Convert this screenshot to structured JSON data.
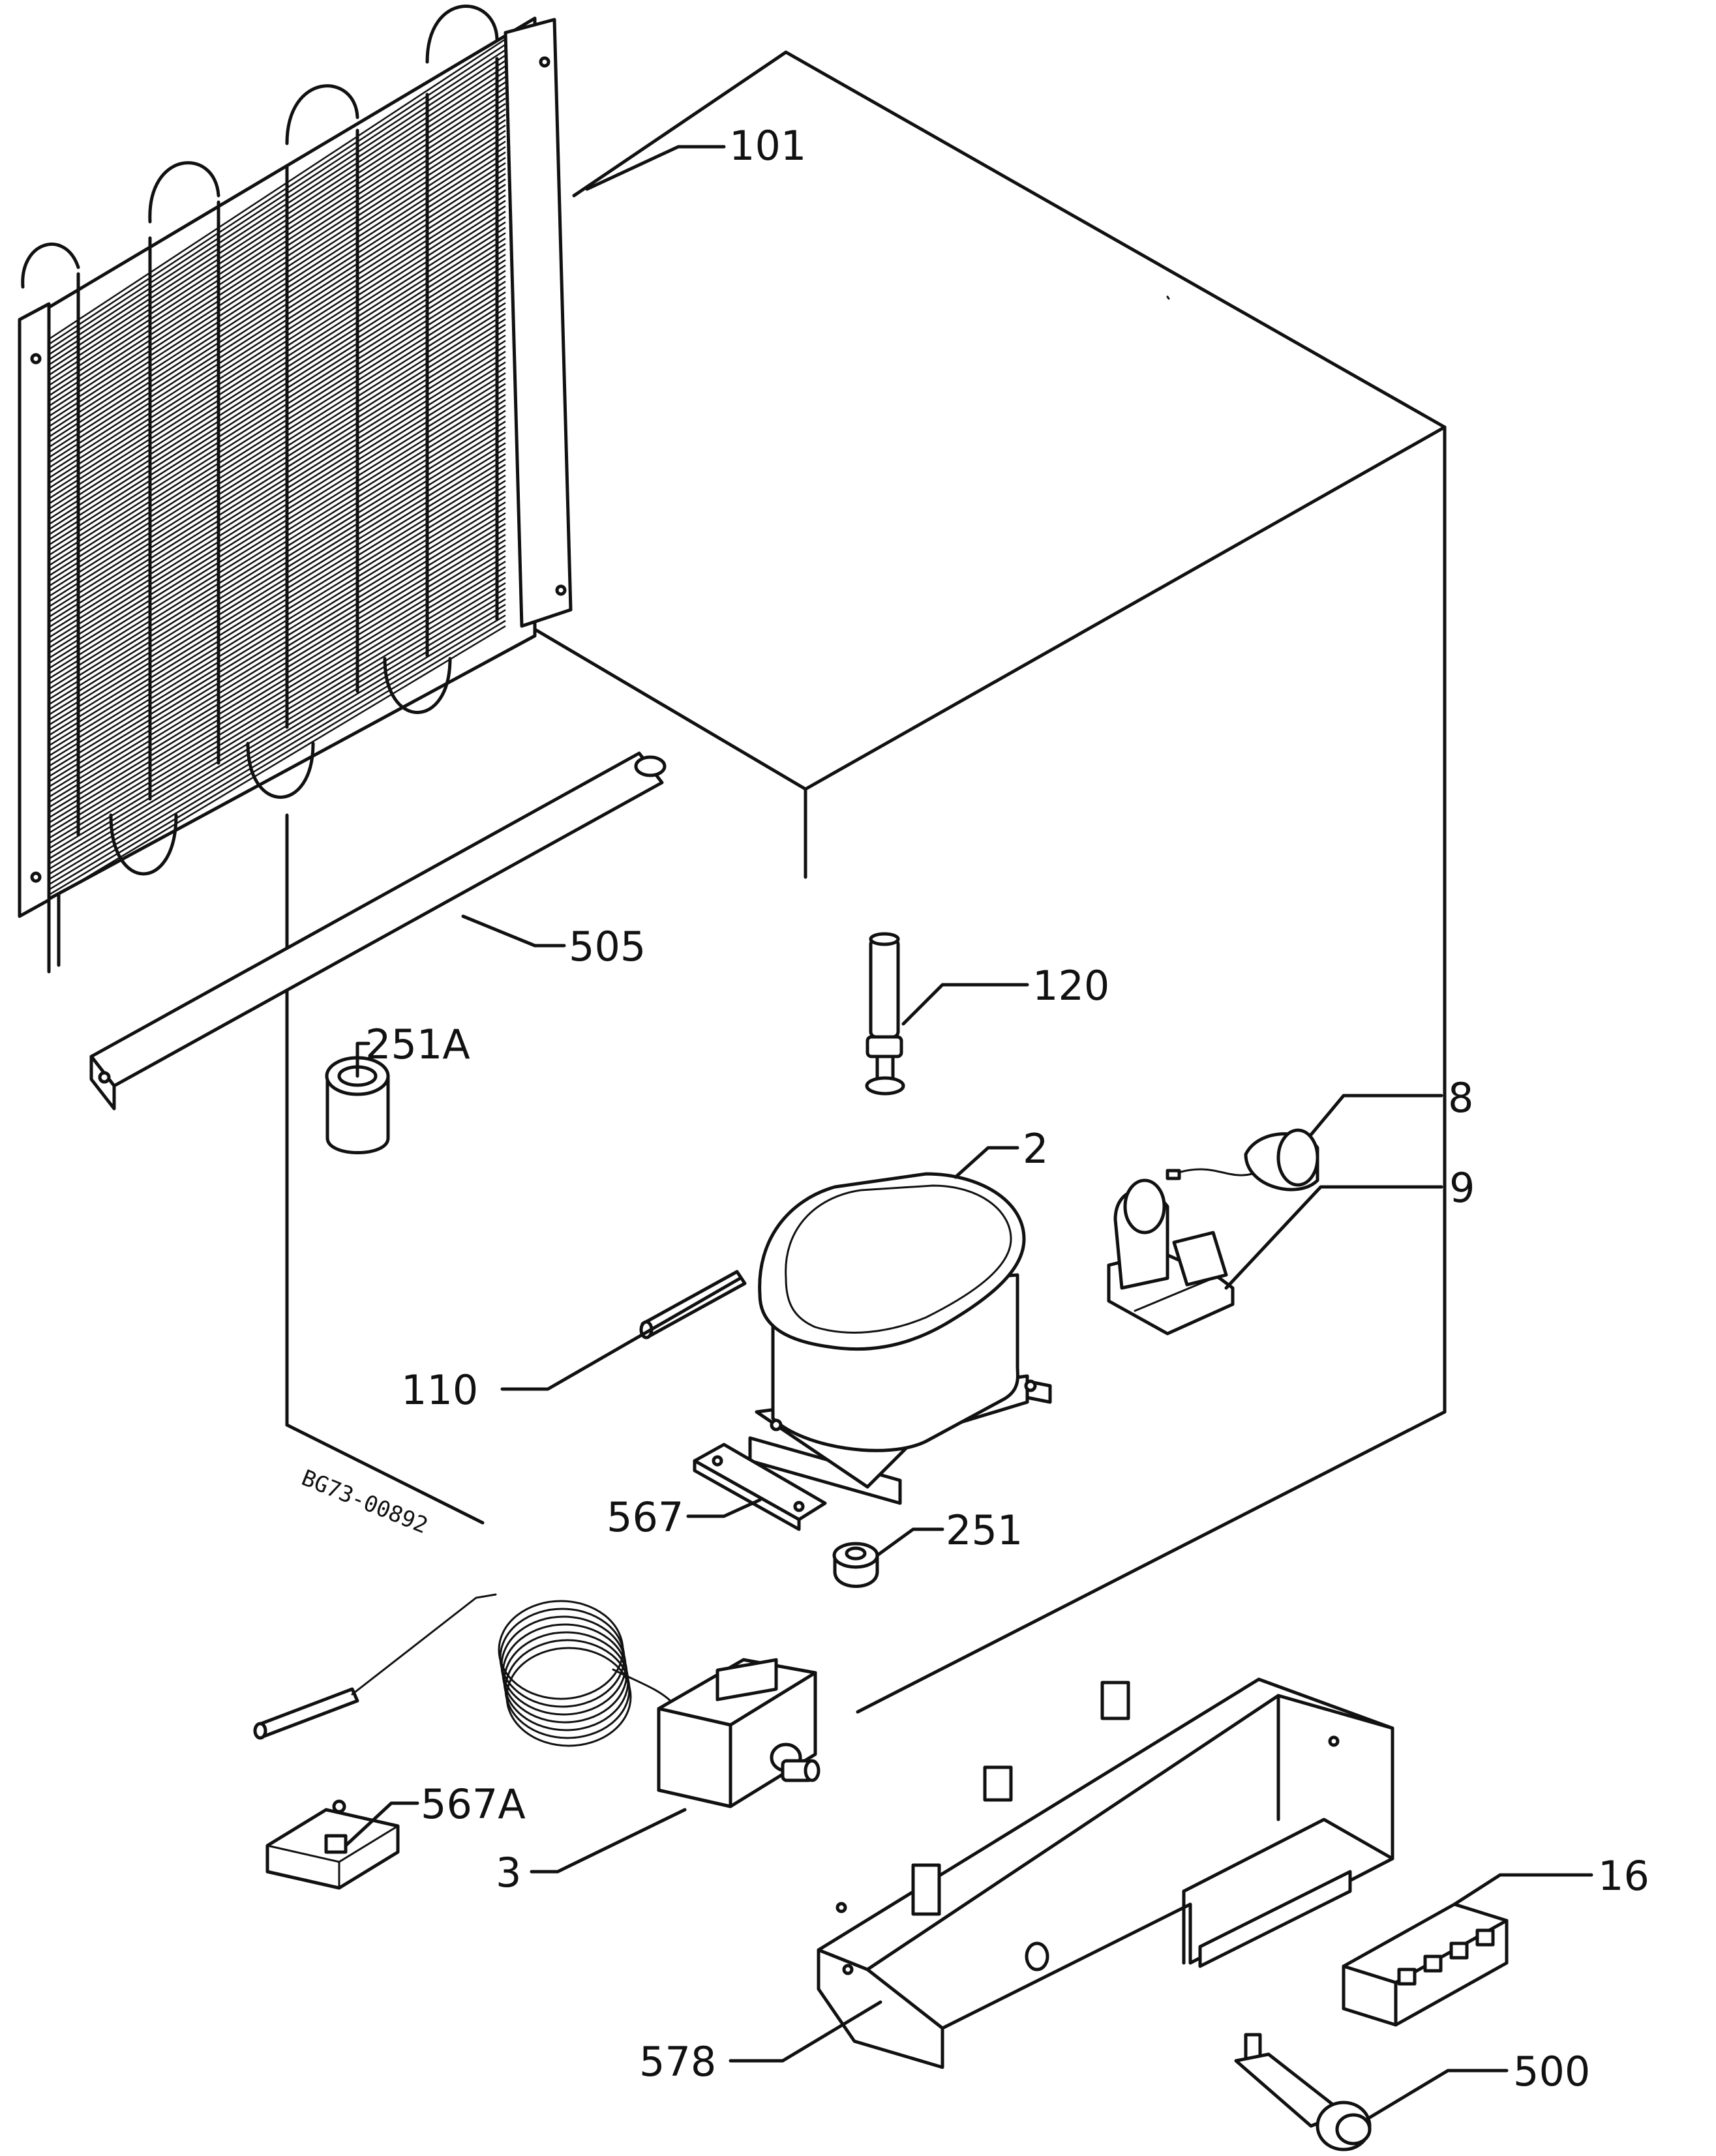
{
  "drawing_code": "BG73-00892",
  "labels": {
    "p101": "101",
    "p505": "505",
    "p120": "120",
    "p251A": "251A",
    "p8": "8",
    "p2": "2",
    "p9": "9",
    "p110": "110",
    "p567": "567",
    "p251": "251",
    "p567A": "567A",
    "p3": "3",
    "p16": "16",
    "p578": "578",
    "p500": "500"
  }
}
